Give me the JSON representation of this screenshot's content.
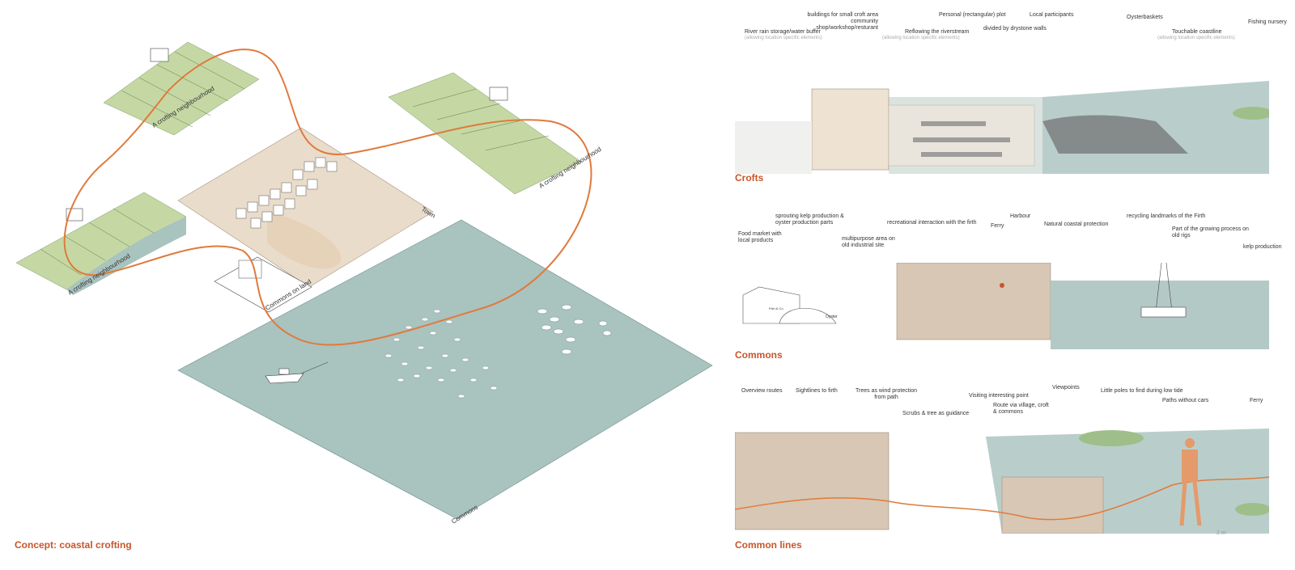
{
  "concept": {
    "title": "Concept: coastal crofting",
    "labels": {
      "crofting_top": "A crofting neighbourhood",
      "crofting_right": "A crofting neighbourhood",
      "crofting_left": "A crofting neighbourhood",
      "town": "Town",
      "commons_land": "Commons on land",
      "commons": "Commons"
    }
  },
  "crofts": {
    "title": "Crofts",
    "labels": {
      "river": "River rain storage/water buffer",
      "river_sub": "(allowing location specific elements)",
      "buildings": "buildings for small croft area community shop/workshop/resturant",
      "personal_plot": "Personal (rectangular) plot",
      "reflowing": "Reflowing the riverstream",
      "reflowing_sub": "(allowing location specific elements)",
      "drystone": "divided by drystone walls",
      "participants": "Local participants",
      "oysterbaskets": "Oysterbaskets",
      "coastline": "Touchable coastline",
      "coastline_sub": "(allowing location specific elements)",
      "fishing": "Fishing nursery"
    }
  },
  "commons": {
    "title": "Commons",
    "labels": {
      "food_market": "Food market with local products",
      "kelp_oyster": "sprouting kelp production & oyster production parts",
      "multipurpose": "multipurpose area on old industrial site",
      "recreational": "recreational interaction with the firth",
      "ferry": "Ferry",
      "harbour": "Harbour",
      "natural": "Natural coastal protection",
      "recycling": "recycling landmarks of the Firth",
      "growing": "Part of the growing process on old rigs",
      "kelp": "kelp production",
      "oyster_sign": "Oyster",
      "shop_sign": "Fish & Co"
    }
  },
  "commonlines": {
    "title": "Common lines",
    "labels": {
      "overview": "Overview routes",
      "sightlines": "Sightlines to firth",
      "trees": "Trees as wind protection from path",
      "scrubs": "Scrubs & tree as guidance",
      "visiting": "Visiting interesting point",
      "route": "Route via village, croft & commons",
      "viewpoints": "Viewpoints",
      "poles": "Little poles to find during low tide",
      "paths": "Paths without cars",
      "ferry": "Ferry",
      "scale": "2 m"
    }
  },
  "colors": {
    "accent": "#c8552b",
    "route": "#e07a3c",
    "grass": "#c5d8a4",
    "sea": "#a9c3bf",
    "town": "#eadccb"
  }
}
